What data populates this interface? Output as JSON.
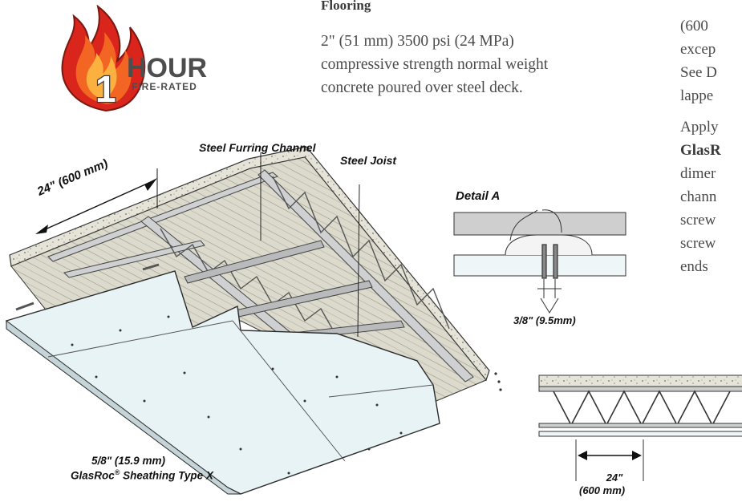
{
  "badge": {
    "number": "1",
    "word": "HOUR",
    "sub": "FIRE-RATED"
  },
  "flooring": {
    "heading": "Flooring",
    "body": "2\" (51 mm) 3500 psi (24 MPa) compressive strength normal weight concrete poured over steel deck."
  },
  "right_column": {
    "line1": "(600",
    "line2": "excep",
    "line3": "See D",
    "line4": "lappe",
    "line5": "Apply",
    "line6": "GlasR",
    "line7": "dimer",
    "line8": "chann",
    "line9": "screw",
    "line10": "screw",
    "line11": "ends"
  },
  "labels": {
    "furring": "Steel Furring Channel",
    "joist": "Steel Joist",
    "spacing": "24\" (600 mm)",
    "detail_title": "Detail A",
    "detail_dim": "3/8\" (9.5mm)",
    "sheathing_dim": "5/8\" (15.9 mm)",
    "sheathing_name": "GlasRoc",
    "sheathing_reg": "®",
    "sheathing_type": " Sheathing Type X",
    "section_dim1": "24\"",
    "section_dim2": "(600 mm)"
  },
  "colors": {
    "flame_outer": "#d9251c",
    "flame_mid": "#f26522",
    "flame_inner": "#fbb040",
    "badge_grey": "#4d4d4d",
    "deck": "#dcdacd",
    "board": "#e8f3f6",
    "steel": "#c9cacc"
  }
}
